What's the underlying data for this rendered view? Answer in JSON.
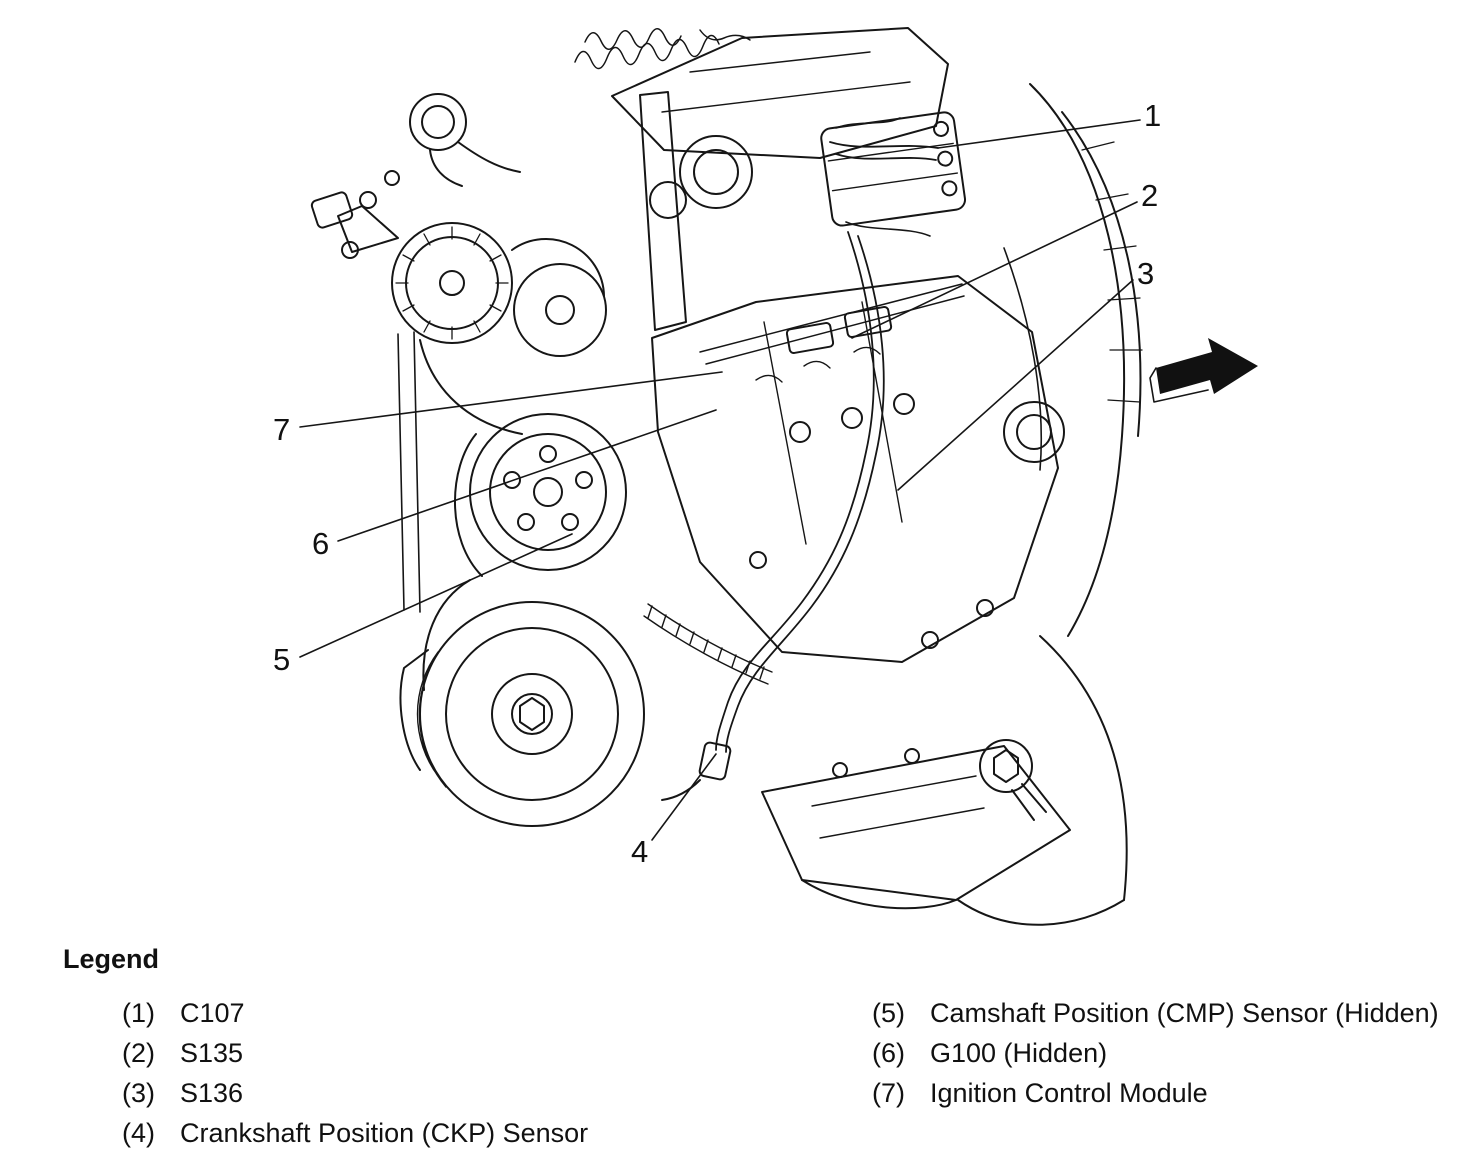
{
  "figure": {
    "callouts": [
      {
        "num": "1"
      },
      {
        "num": "2"
      },
      {
        "num": "3"
      },
      {
        "num": "4"
      },
      {
        "num": "5"
      },
      {
        "num": "6"
      },
      {
        "num": "7"
      }
    ]
  },
  "legend": {
    "title": "Legend",
    "left": [
      {
        "num": "(1)",
        "label": "C107"
      },
      {
        "num": "(2)",
        "label": "S135"
      },
      {
        "num": "(3)",
        "label": "S136"
      },
      {
        "num": "(4)",
        "label": "Crankshaft Position (CKP) Sensor"
      }
    ],
    "right": [
      {
        "num": "(5)",
        "label": "Camshaft Position (CMP) Sensor (Hidden)"
      },
      {
        "num": "(6)",
        "label": "G100 (Hidden)"
      },
      {
        "num": "(7)",
        "label": "Ignition Control Module"
      }
    ]
  }
}
